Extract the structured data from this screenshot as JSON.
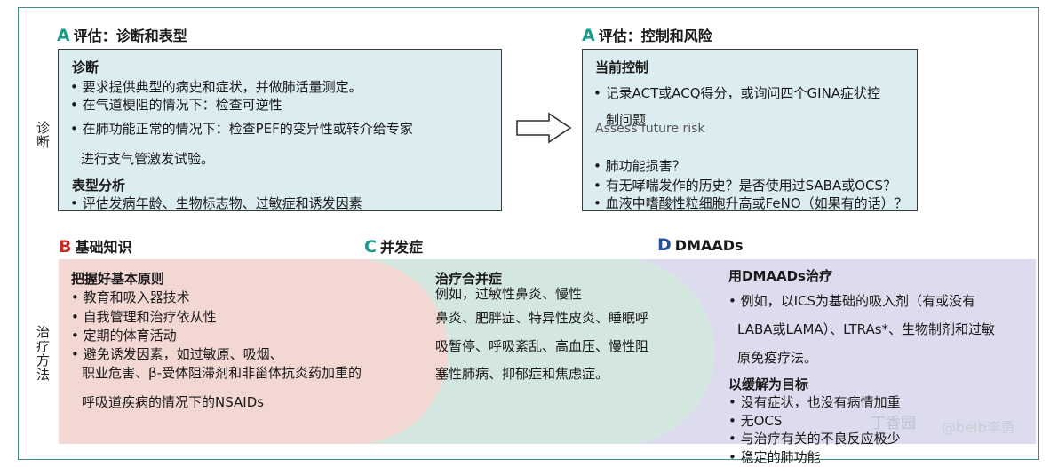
{
  "side_labels": {
    "diagnosis": "诊断",
    "treatment": "治疗方法"
  },
  "section_a_left": {
    "letter": "A",
    "title": "评估：诊断和表型",
    "diagnosis_title": "诊断",
    "diagnosis_items": [
      "• 要求提供典型的病史和症状，并做肺活量测定。",
      "• 在气道梗阻的情况下：检查可逆性",
      "• 在肺功能正常的情况下：检查PEF的变异性或转介给专家",
      "进行支气管激发试验。"
    ],
    "phenotype_title": "表型分析",
    "phenotype_items": [
      "• 评估发病年龄、生物标志物、过敏症和诱发因素"
    ]
  },
  "section_a_right": {
    "letter": "A",
    "title": "评估：控制和风险",
    "control_title": "当前控制",
    "control_items": [
      "• 记录ACT或ACQ得分，或询问四个GINA症状控",
      "制问题"
    ],
    "risk_title": "Assess future risk",
    "risk_items": [
      "• 肺功能损害？",
      "• 有无哮喘发作的历史？是否使用过SABA或OCS？",
      "• 血液中嗜酸性粒细胞升高或FeNO（如果有的话）？"
    ]
  },
  "section_b": {
    "letter": "B",
    "title": "基础知识",
    "box_title": "把握好基本原则",
    "items": [
      "• 教育和吸入器技术",
      "• 自我管理和治疗依从性",
      "• 定期的体育活动",
      "• 避免诱发因素，如过敏原、吸烟、",
      "职业危害、β-受体阻滞剂和非甾体抗炎药加重的",
      "呼吸道疾病的情况下的NSAIDs"
    ]
  },
  "section_c": {
    "letter": "C",
    "title": "并发症",
    "box_title": "治疗合并症",
    "items": [
      "例如，过敏性鼻炎、慢性",
      "鼻炎、肥胖症、特异性皮炎、睡眠呼",
      "吸暂停、呼吸紊乱、高血压、慢性阻",
      "塞性肺病、抑郁症和焦虑症。"
    ]
  },
  "section_d": {
    "letter": "D",
    "title": "DMAADs",
    "box_title": "用DMAADs治疗",
    "items": [
      "• 例如，以ICS为基础的吸入剂（有或没有",
      "LABA或LAMA）、LTRAs*、生物制剂和过敏",
      "原免疫疗法。"
    ],
    "goal_title": "以缓解为目标",
    "goal_items": [
      "• 没有症状，也没有病情加重",
      "• 无OCS",
      "• 与治疗有关的不良反应极少",
      "• 稳定的肺功能"
    ]
  },
  "watermark": {
    "text": "丁香园",
    "handle": "@belb李勇"
  },
  "colors": {
    "accent_teal": "#1c9a8a",
    "accent_red": "#c42f2a",
    "accent_blue": "#2a4fa0",
    "box_blue": "#dcedf2",
    "shape_pink": "#f3d7d3",
    "shape_green": "#d3e6df",
    "shape_lavender": "#dcdcee"
  }
}
